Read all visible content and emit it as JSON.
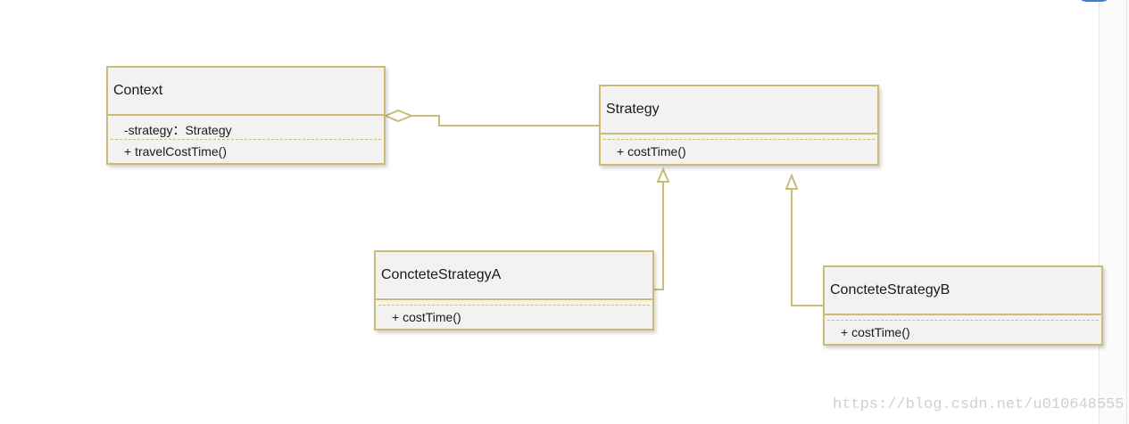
{
  "classes": {
    "context": {
      "name": "Context",
      "attribute": "-strategy：Strategy",
      "method": "+ travelCostTime()"
    },
    "strategy": {
      "name": "Strategy",
      "method": "+ costTime()"
    },
    "strategy_a": {
      "name": "ConcteteStrategyA",
      "method": "+ costTime()"
    },
    "strategy_b": {
      "name": "ConcteteStrategyB",
      "method": "+ costTime()"
    }
  },
  "watermark": "https://blog.csdn.net/u010648555",
  "colors": {
    "border": "#c8bc78",
    "fill": "#f2f2f2",
    "accent": "#3d7bd9"
  }
}
